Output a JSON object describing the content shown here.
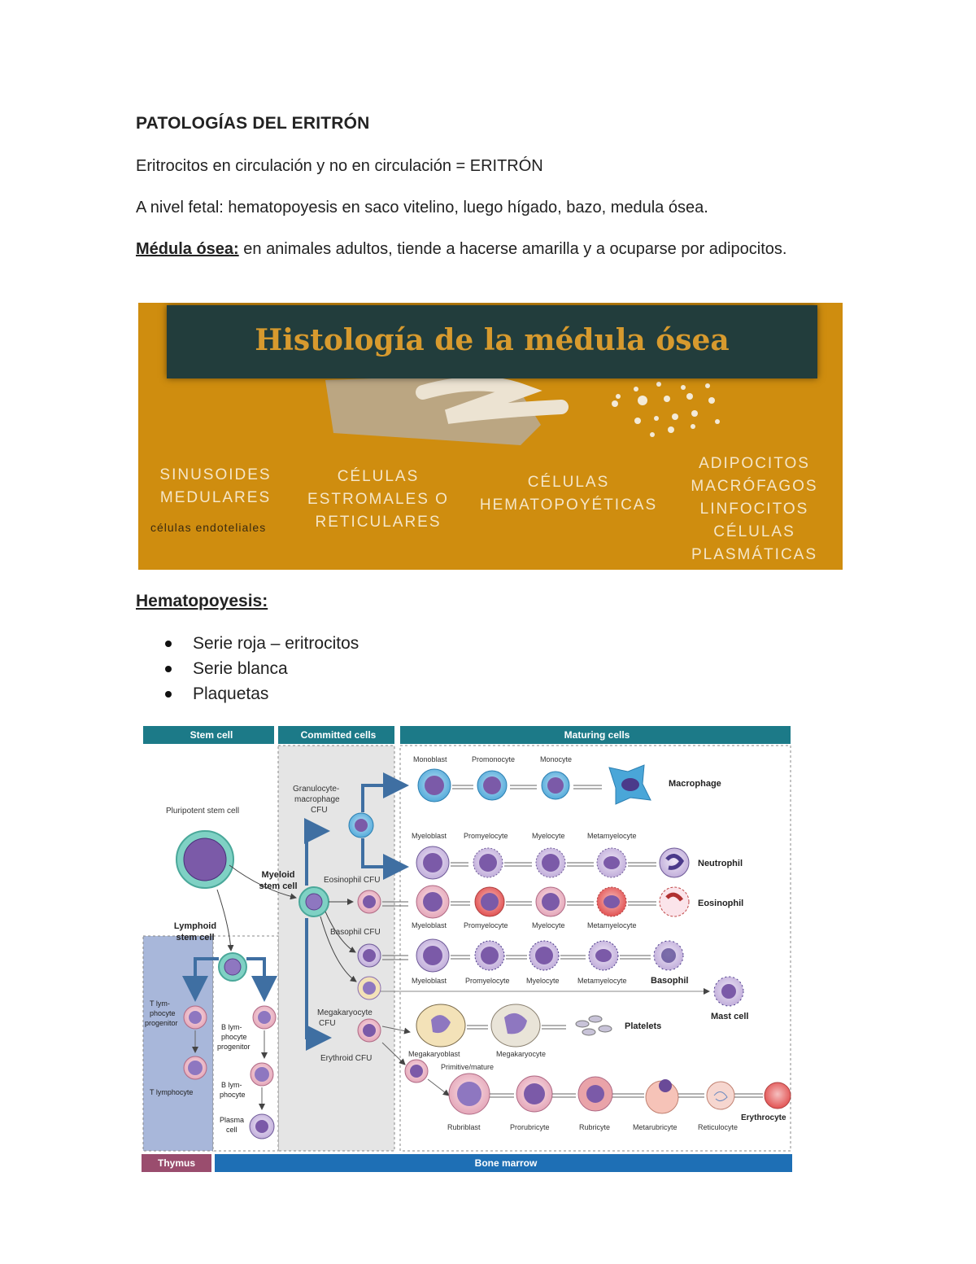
{
  "doc": {
    "title": "PATOLOGÍAS DEL ERITRÓN",
    "line1": "Eritrocitos en circulación y no en circulación = ERITRÓN",
    "line2": "A nivel fetal: hematopoyesis en saco vitelino, luego hígado, bazo, medula ósea.",
    "line3_label": "Médula ósea:",
    "line3_text": " en animales adultos, tiende a hacerse amarilla y a ocuparse por adipocitos."
  },
  "banner": {
    "title": "Histología de la médula ósea",
    "col1_l1": "SINUSOIDES",
    "col1_l2": "MEDULARES",
    "col1_sub": "células endoteliales",
    "col2_l1": "CÉLULAS",
    "col2_l2": "ESTROMALES O",
    "col2_l3": "RETICULARES",
    "col3_l1": "CÉLULAS",
    "col3_l2": "HEMATOPOYÉTICAS",
    "col4_l1": "ADIPOCITOS",
    "col4_l2": "MACRÓFAGOS",
    "col4_l3": "LINFOCITOS",
    "col4_l4": "CÉLULAS",
    "col4_l5": "PLASMÁTICAS"
  },
  "section": {
    "title": "Hematopoyesis:",
    "items": [
      "Serie roja – eritrocitos",
      "Serie blanca",
      "Plaquetas"
    ]
  },
  "diagram": {
    "headers": {
      "stem": "Stem cell",
      "committed": "Committed cells",
      "maturing": "Maturing cells"
    },
    "footers": {
      "thymus": "Thymus",
      "bone_marrow": "Bone marrow"
    },
    "labels": {
      "pluripotent": "Pluripotent stem cell",
      "myeloid_l1": "Myeloid",
      "myeloid_l2": "stem cell",
      "lymphoid_l1": "Lymphoid",
      "lymphoid_l2": "stem cell",
      "gm_l1": "Granulocyte-",
      "gm_l2": "macrophage",
      "gm_l3": "CFU",
      "eos_cfu": "Eosinophil CFU",
      "baso_cfu": "Basophil CFU",
      "mega_l1": "Megakaryocyte",
      "mega_l2": "CFU",
      "ery_cfu": "Erythroid CFU",
      "t_prog_l1": "T lym-",
      "t_prog_l2": "phocyte",
      "t_prog_l3": "progenitor",
      "t_lymph": "T lymphocyte",
      "b_prog_l1": "B lym-",
      "b_prog_l2": "phocyte",
      "b_prog_l3": "progenitor",
      "b_lymph_l1": "B lym-",
      "b_lymph_l2": "phocyte",
      "plasma_l1": "Plasma",
      "plasma_l2": "cell",
      "monoblast": "Monoblast",
      "promonocyte": "Promonocyte",
      "monocyte": "Monocyte",
      "macrophage": "Macrophage",
      "myeloblast": "Myeloblast",
      "promyelocyte": "Promyelocyte",
      "myelocyte": "Myelocyte",
      "metamyelocyte": "Metamyelocyte",
      "neutrophil": "Neutrophil",
      "eosinophil": "Eosinophil",
      "basophil": "Basophil",
      "mast_cell": "Mast cell",
      "megakaryoblast": "Megakaryoblast",
      "megakaryocyte": "Megakaryocyte",
      "platelets": "Platelets",
      "primitive": "Primitive/mature",
      "rubriblast": "Rubriblast",
      "prorubricyte": "Prorubricyte",
      "rubricyte": "Rubricyte",
      "metarubricyte": "Metarubricyte",
      "reticulocyte": "Reticulocyte",
      "erythrocyte": "Erythrocyte"
    }
  }
}
